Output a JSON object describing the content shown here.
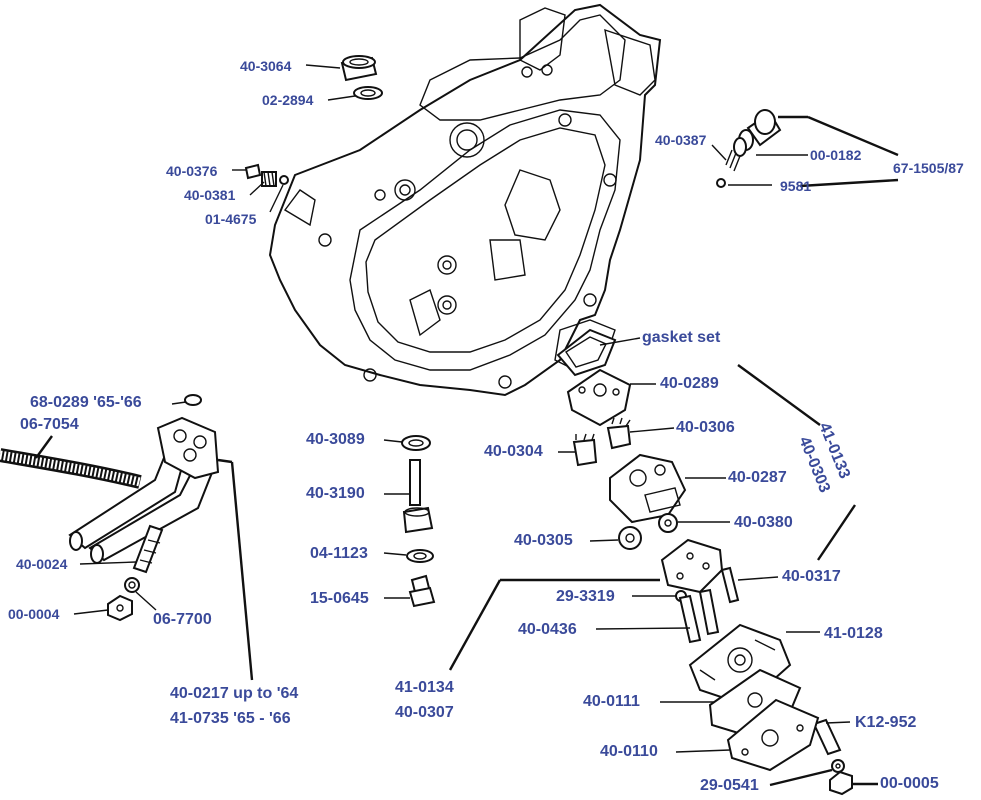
{
  "labels": {
    "p40_3064": "40-3064",
    "p02_2894": "02-2894",
    "p40_0376": "40-0376",
    "p40_0381": "40-0381",
    "p01_4675": "01-4675",
    "p40_0387": "40-0387",
    "p00_0182": "00-0182",
    "p9581": "9581",
    "p67_1505": "67-1505/87",
    "gasket": "gasket set",
    "p40_0289": "40-0289",
    "p41_0133": "41-0133",
    "p40_0303": "40-0303",
    "p40_0306": "40-0306",
    "p40_0304": "40-0304",
    "p40_0287": "40-0287",
    "p40_0380": "40-0380",
    "p40_0305": "40-0305",
    "p40_0317": "40-0317",
    "p29_3319": "29-3319",
    "p40_0436": "40-0436",
    "p41_0128": "41-0128",
    "p41_0134": "41-0134",
    "p40_0307": "40-0307",
    "p40_0111": "40-0111",
    "pK12_952": "K12-952",
    "p40_0110": "40-0110",
    "p29_0541": "29-0541",
    "p00_0005": "00-0005",
    "p68_0289": "68-0289 '65-'66",
    "p06_7054": "06-7054",
    "p40_0024": "40-0024",
    "p00_0004": "00-0004",
    "p06_7700": "06-7700",
    "p40_0217": "40-0217 up to '64",
    "p41_0735": "41-0735 '65 - '66",
    "p40_3089": "40-3089",
    "p40_3190": "40-3190",
    "p04_1123": "04-1123",
    "p15_0645": "15-0645"
  },
  "colors": {
    "label": "#3a4a9a",
    "line": "#111111",
    "background": "#ffffff"
  }
}
